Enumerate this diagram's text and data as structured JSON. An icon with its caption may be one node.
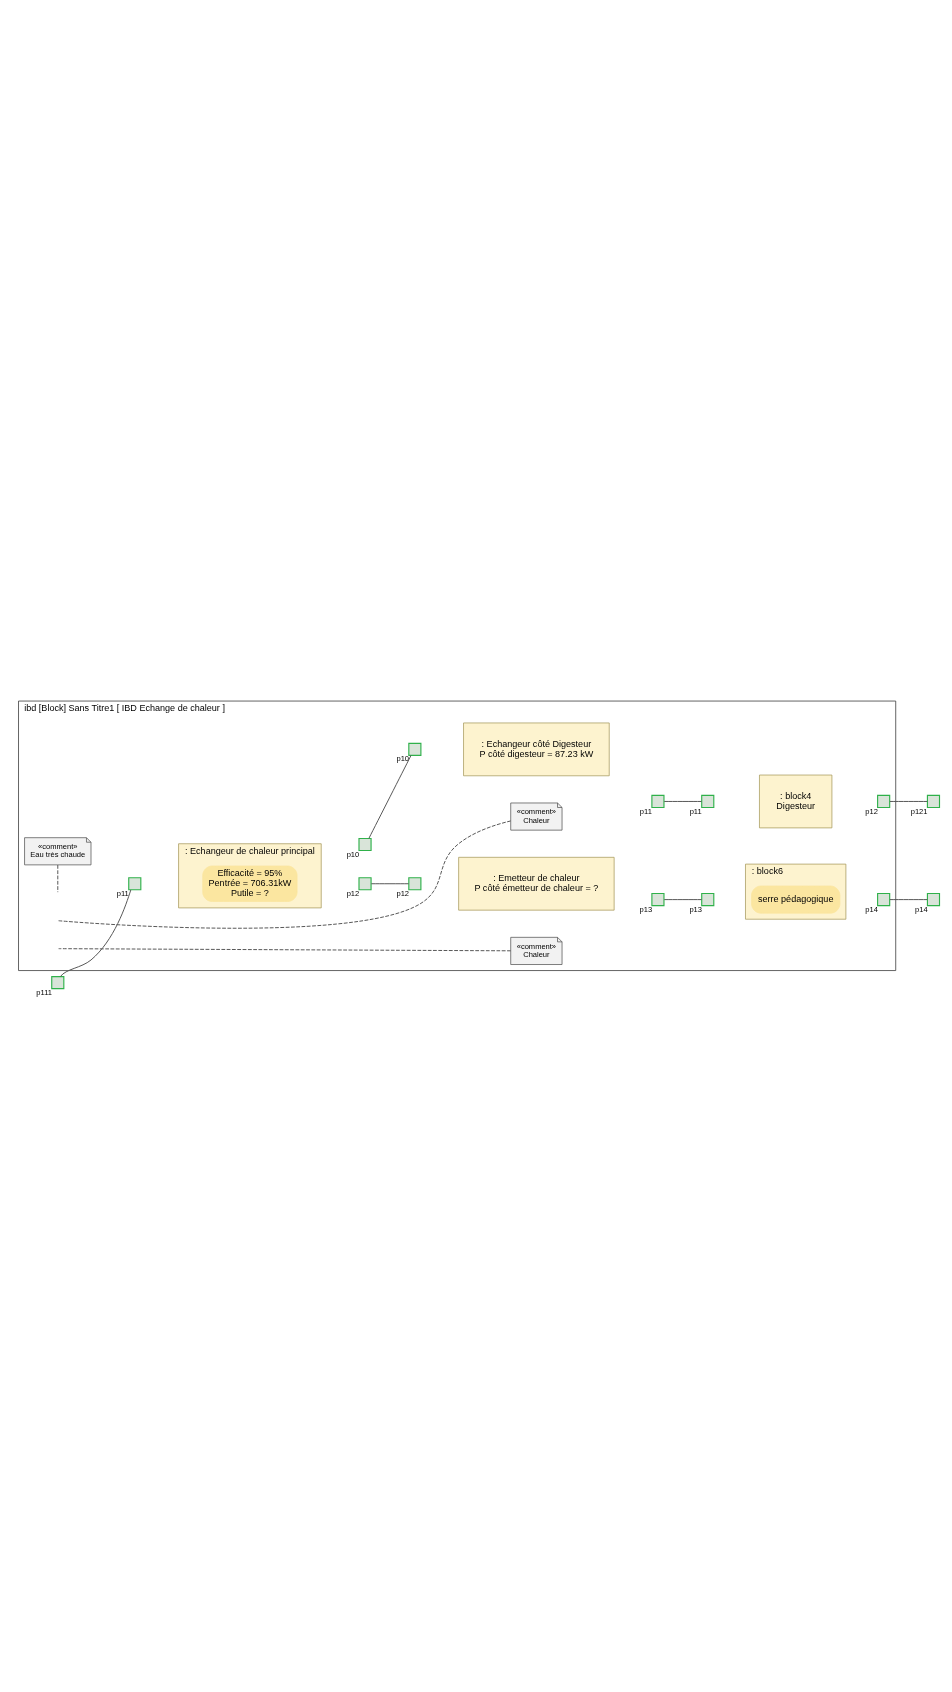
{
  "diagram": {
    "nodes": [
      {
        "text": [
          "ibd [Block] Sans Titre1 [ IBD Echange de chaleur ]"
        ]
      },
      {
        "text": [
          "«comment»",
          "Eau très chaude"
        ],
        "in": 0
      },
      {
        "text": [
          ": Echangeur de chaleur principal"
        ],
        "in": 0
      },
      {
        "text": [
          "Efficacité = 95%",
          "Pentrée = 706.31kW",
          "Putile = ?"
        ],
        "in": 2
      },
      {
        "text": [
          ": Echangeur côté Digesteur",
          "P côté digesteur = 87.23 kW"
        ],
        "in": 0
      },
      {
        "text": [
          "«comment»",
          "Chaleur"
        ],
        "in": 0
      },
      {
        "text": [
          ": block4",
          "Digesteur"
        ],
        "in": 0
      },
      {
        "text": [
          ": Emetteur de chaleur",
          "P côté émetteur de chaleur = ?"
        ],
        "in": 0
      },
      {
        "text": [
          "«comment»",
          "Chaleur"
        ],
        "in": 0
      },
      {
        "text": [
          ": block6"
        ],
        "in": 0
      },
      {
        "text": [
          "serre pédagogique"
        ],
        "in": 9
      },
      {
        "text": [],
        "shape": "box",
        "beside": [
          "p111"
        ]
      },
      {
        "text": [],
        "shape": "box",
        "beside": [
          "p11"
        ],
        "in": 0
      },
      {
        "text": [],
        "shape": "box",
        "beside": [
          "p10"
        ],
        "in": 0
      },
      {
        "text": [],
        "shape": "box",
        "beside": [
          "p12"
        ],
        "in": 0
      },
      {
        "text": [],
        "shape": "box",
        "beside": [
          "p10"
        ],
        "in": 0
      },
      {
        "text": [],
        "shape": "box",
        "beside": [
          "p11"
        ],
        "in": 0
      },
      {
        "text": [],
        "shape": "box",
        "beside": [
          "p11"
        ],
        "in": 0
      },
      {
        "text": [],
        "shape": "box",
        "beside": [
          "p12"
        ],
        "in": 0
      },
      {
        "text": [],
        "shape": "box",
        "beside": [
          "p121"
        ]
      },
      {
        "text": [],
        "shape": "box",
        "beside": [
          "p12"
        ],
        "in": 0
      },
      {
        "text": [],
        "shape": "box",
        "beside": [
          "p13"
        ],
        "in": 0
      },
      {
        "text": [],
        "shape": "box",
        "beside": [
          "p13"
        ],
        "in": 0
      },
      {
        "text": [],
        "shape": "box",
        "beside": [
          "p14"
        ],
        "in": 0
      },
      {
        "text": [],
        "shape": "box",
        "beside": [
          "p14"
        ]
      }
    ],
    "edges": [
      {
        "from": 11,
        "to": 12,
        "arrow": "none"
      },
      {
        "from": 13,
        "to": 15,
        "arrow": "none"
      },
      {
        "from": 14,
        "to": 20,
        "arrow": "none"
      },
      {
        "from": 16,
        "to": 17,
        "arrow": "none"
      },
      {
        "from": 18,
        "to": 19,
        "arrow": "none"
      },
      {
        "from": 21,
        "to": 22,
        "arrow": "none"
      },
      {
        "from": 23,
        "to": 24,
        "arrow": "none"
      },
      {
        "from": 1,
        "to": null,
        "arrow": "none",
        "style": "dashed"
      },
      {
        "from": 5,
        "to": null,
        "arrow": "none",
        "style": "dashed"
      },
      {
        "from": 8,
        "to": null,
        "arrow": "none",
        "style": "dashed"
      }
    ]
  }
}
